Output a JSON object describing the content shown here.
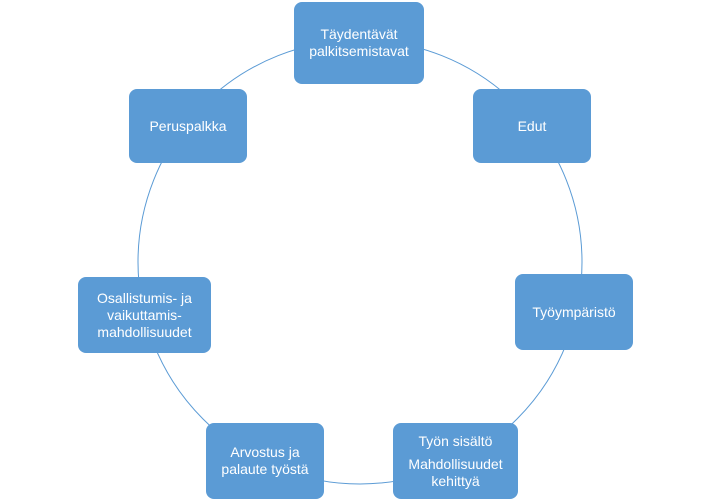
{
  "diagram": {
    "colors": {
      "node_fill": "#5B9BD5",
      "node_text": "#FFFFFF",
      "connector": "#5B9BD5"
    },
    "nodes": [
      {
        "id": "taydentavat",
        "lines": [
          "Täydentävät",
          "palkitsemistavat"
        ]
      },
      {
        "id": "edut",
        "lines": [
          "Edut"
        ]
      },
      {
        "id": "tyoymparisto",
        "lines": [
          "Työympäristö"
        ]
      },
      {
        "id": "tyon-sisalto",
        "lines": [
          "Työn sisältö",
          "Mahdollisuudet",
          "kehittyä"
        ]
      },
      {
        "id": "arvostus",
        "lines": [
          "Arvostus ja",
          "palaute työstä"
        ]
      },
      {
        "id": "osallistumis",
        "lines": [
          "Osallistumis- ja",
          "vaikuttamis-",
          "mahdollisuudet"
        ]
      },
      {
        "id": "peruspalkka",
        "lines": [
          "Peruspalkka"
        ]
      }
    ]
  }
}
